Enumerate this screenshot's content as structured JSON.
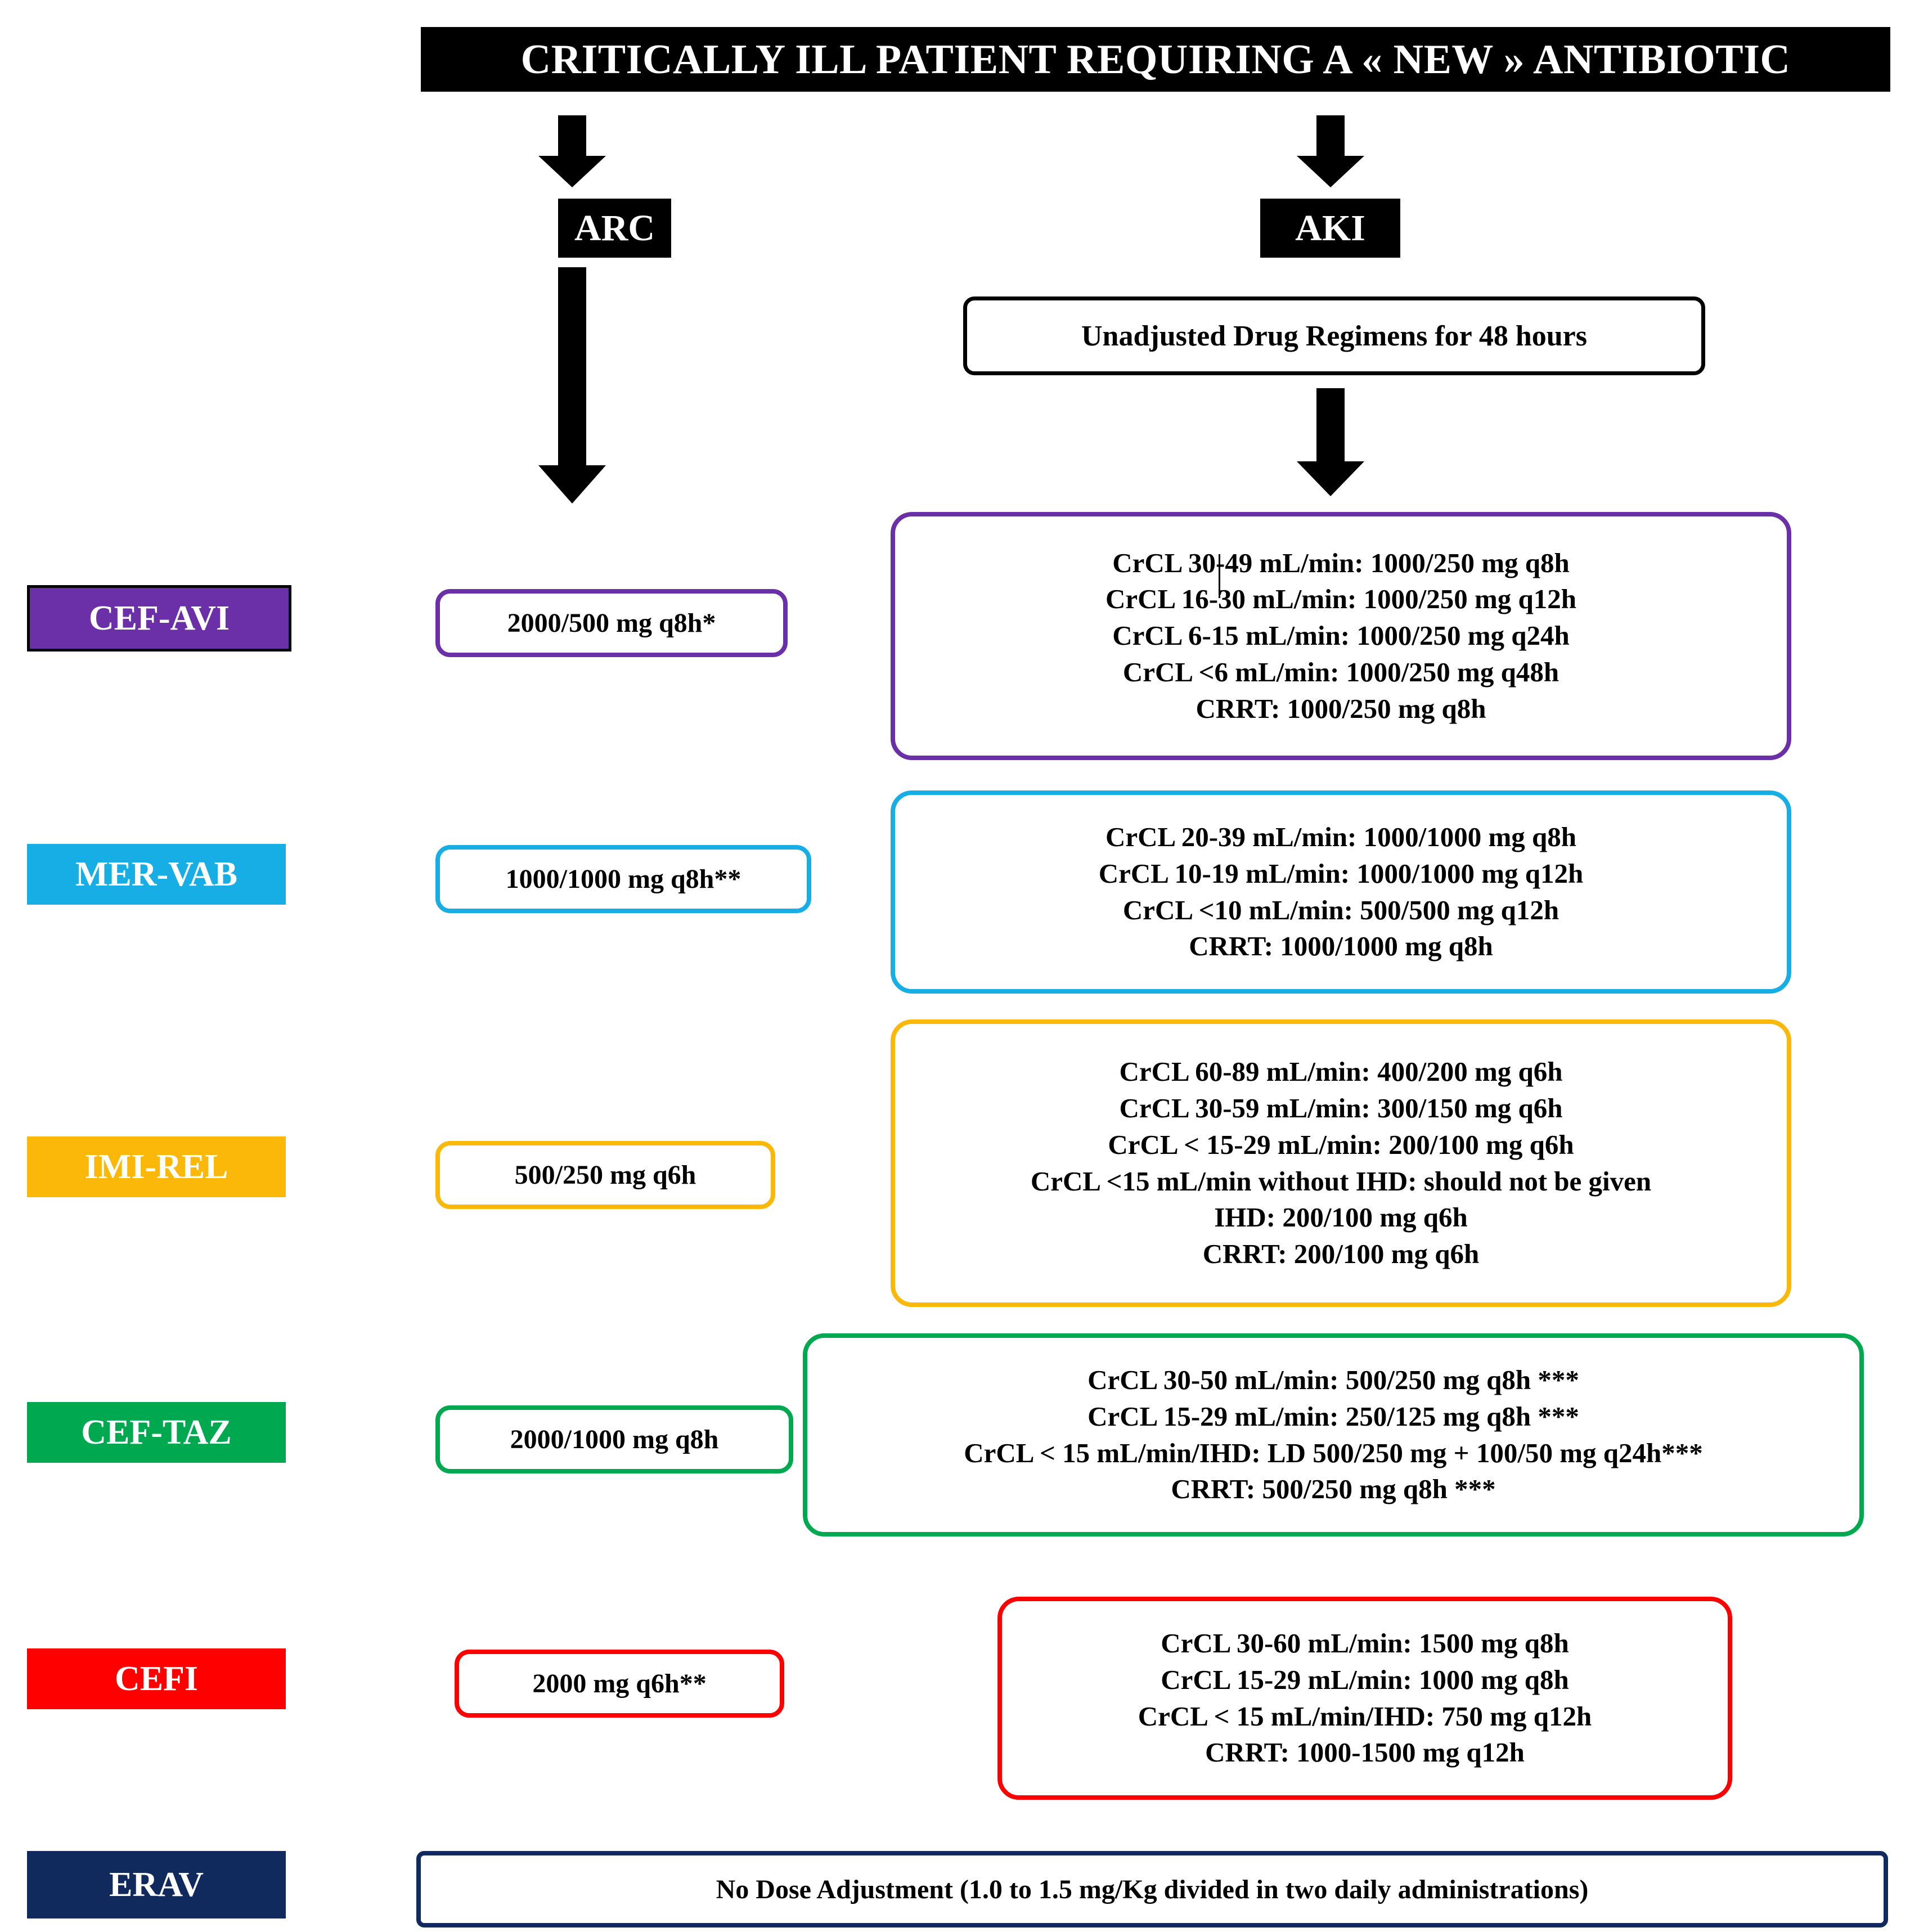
{
  "title": "CRITICALLY ILL PATIENT REQUIRING A « NEW » ANTIBIOTIC",
  "branches": {
    "arc_label": "ARC",
    "aki_label": "AKI",
    "aki_note": "Unadjusted Drug Regimens for 48 hours"
  },
  "colors": {
    "cef_avi": "#6B2FA8",
    "mer_vab": "#17AEE6",
    "imi_rel": "#FBB808",
    "cef_taz": "#00A94F",
    "cefi": "#FE0000",
    "erav": "#102A5E",
    "black": "#000000",
    "white": "#FFFFFF"
  },
  "rows": [
    {
      "drug": "CEF-AVI",
      "color": "#6B2FA8",
      "arc_dose": "2000/500 mg q8h*",
      "aki_lines": [
        "CrCL 30-49 mL/min: 1000/250 mg q8h",
        "CrCL 16-30 mL/min: 1000/250 mg q12h",
        "CrCL 6-15 mL/min: 1000/250 mg q24h",
        "CrCL <6 mL/min: 1000/250 mg q48h",
        "CRRT: 1000/250 mg q8h"
      ]
    },
    {
      "drug": "MER-VAB",
      "color": "#17AEE6",
      "arc_dose": "1000/1000 mg q8h**",
      "aki_lines": [
        "CrCL 20-39 mL/min: 1000/1000 mg q8h",
        "CrCL 10-19 mL/min: 1000/1000 mg q12h",
        "CrCL <10 mL/min: 500/500 mg q12h",
        "CRRT: 1000/1000 mg q8h"
      ]
    },
    {
      "drug": "IMI-REL",
      "color": "#FBB808",
      "arc_dose": "500/250 mg q6h",
      "aki_lines": [
        "CrCL 60-89 mL/min: 400/200 mg q6h",
        "CrCL 30-59 mL/min: 300/150 mg q6h",
        "CrCL < 15-29 mL/min: 200/100 mg q6h",
        "CrCL <15 mL/min without IHD: should not be given",
        "IHD: 200/100 mg q6h",
        "CRRT: 200/100 mg q6h"
      ]
    },
    {
      "drug": "CEF-TAZ",
      "color": "#00A94F",
      "arc_dose": "2000/1000 mg q8h",
      "aki_lines": [
        "CrCL 30-50 mL/min: 500/250 mg q8h ***",
        "CrCL 15-29 mL/min: 250/125 mg q8h ***",
        "CrCL < 15 mL/min/IHD: LD 500/250 mg + 100/50 mg q24h***",
        "CRRT: 500/250 mg q8h ***"
      ]
    },
    {
      "drug": "CEFI",
      "color": "#FE0000",
      "arc_dose": "2000 mg q6h**",
      "aki_lines": [
        "CrCL 30-60 mL/min: 1500 mg q8h",
        "CrCL 15-29 mL/min: 1000 mg q8h",
        "CrCL < 15 mL/min/IHD: 750 mg q12h",
        "CRRT: 1000-1500 mg q12h"
      ]
    },
    {
      "drug": "ERAV",
      "color": "#102A5E",
      "arc_dose": "",
      "aki_lines": [],
      "full_width_note": "No Dose Adjustment (1.0 to 1.5 mg/Kg divided in two daily administrations)"
    }
  ]
}
